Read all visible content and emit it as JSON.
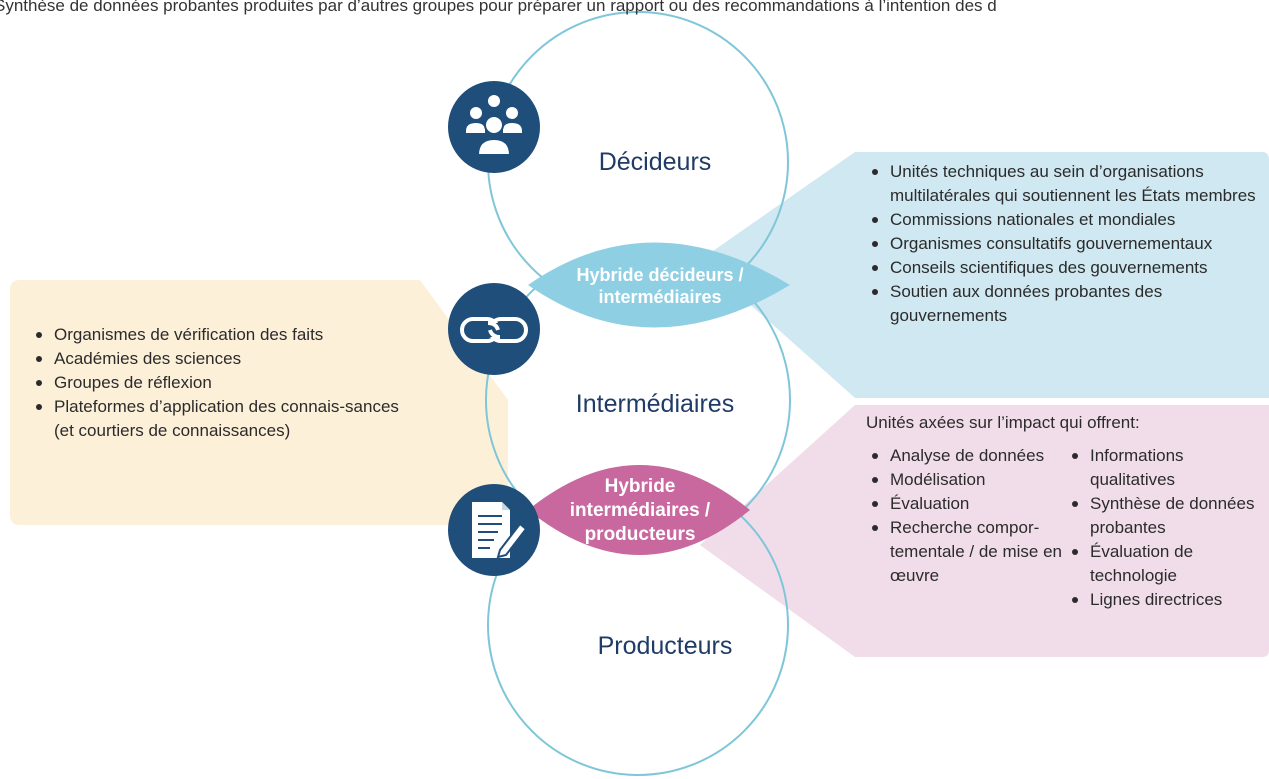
{
  "header": {
    "intro_text": "Synthèse de données probantes produites par d’autres groupes pour préparer un rapport ou des recommandations à l’intention des d"
  },
  "circles": {
    "decision_makers": "Décideurs",
    "intermediaries": "Intermédiaires",
    "producers": "Producteurs"
  },
  "hybrids": {
    "upper_line1": "Hybride décideurs /",
    "upper_line2": "intermédiaires",
    "lower_line1": "Hybride",
    "lower_line2": "intermédiaires /",
    "lower_line3": "producteurs"
  },
  "left_box": {
    "items": [
      "Organismes de vérification des faits",
      "Académies des sciences",
      "Groupes de réflexion",
      "Plateformes d’application des connais-sances (et courtiers de connaissances)"
    ]
  },
  "upper_right_box": {
    "items": [
      "Unités techniques au sein d’organisations multilatérales qui soutiennent les États membres",
      "Commissions nationales et mondiales",
      "Organismes consultatifs gouvernementaux",
      "Conseils scientifiques des gouvernements",
      "Soutien aux données probantes des gouvernements"
    ]
  },
  "lower_right_box": {
    "heading": "Unités axées sur l’impact qui offrent:",
    "col1": [
      "Analyse de données",
      "Modélisation",
      "Évaluation",
      "Recherche compor-tementale / de mise en œuvre"
    ],
    "col2": [
      "Informations qualitatives",
      "Synthèse de données probantes",
      "Évaluation de technologie",
      "Lignes directrices"
    ]
  },
  "icons": [
    "people-group-icon",
    "chain-link-icon",
    "document-pen-icon"
  ],
  "colors": {
    "navy": "#1f4e7a",
    "circle_stroke": "#7fc6d9",
    "hybrid_blue": "#8fcfe4",
    "hybrid_pink": "#c9689f",
    "box_blue": "#cfe8f1",
    "box_pink": "#f1dde9",
    "box_orange": "#fdf0d9"
  }
}
